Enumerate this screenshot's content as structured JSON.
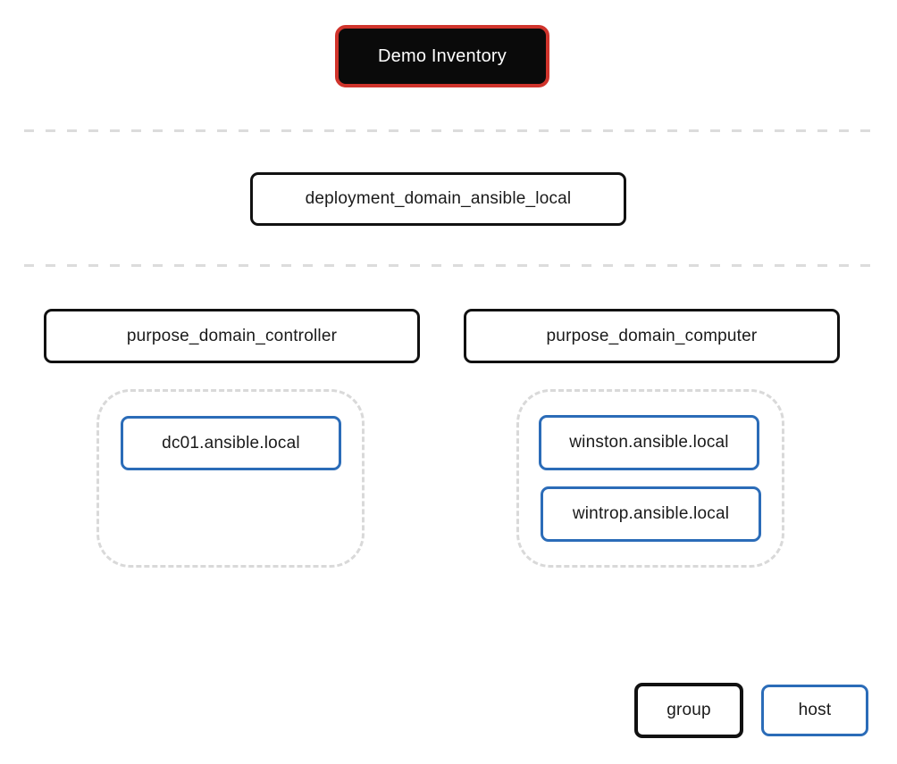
{
  "inventory": {
    "name": "Demo Inventory"
  },
  "groups": {
    "deployment": {
      "label": "deployment_domain_ansible_local"
    },
    "controller": {
      "label": "purpose_domain_controller"
    },
    "computer": {
      "label": "purpose_domain_computer"
    }
  },
  "hosts": {
    "dc01": {
      "label": "dc01.ansible.local"
    },
    "winston": {
      "label": "winston.ansible.local"
    },
    "wintrop": {
      "label": "wintrop.ansible.local"
    }
  },
  "legend": {
    "group_label": "group",
    "host_label": "host"
  },
  "colors": {
    "inventory_border": "#d0342c",
    "inventory_fill": "#0a0a0a",
    "group_border": "#111111",
    "host_border": "#2b6cb8",
    "divider": "#dcdcdc",
    "container_border": "#d9d9d9",
    "text": "#1a1a1a"
  }
}
